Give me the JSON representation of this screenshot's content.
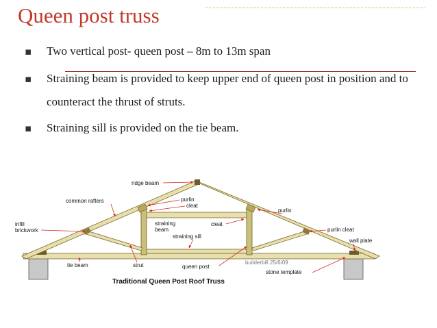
{
  "title": "Queen post truss",
  "bullets": [
    {
      "text": "Two vertical post- queen post – 8m to 13m span"
    },
    {
      "text": "Straining beam is provided to keep upper end of queen post in position and to counteract the thrust of struts."
    },
    {
      "text": "Straining sill is provided on the tie beam."
    }
  ],
  "bullet_icon": "square-bullet-icon",
  "diagram": {
    "caption": "Traditional Queen Post Roof Truss",
    "watermark": "builderbill 25/6/09",
    "labels": {
      "ridge_beam": "ridge beam",
      "common_rafters": "common rafters",
      "purlin_top": "purlin",
      "cleat_top": "cleat",
      "purlin_right": "purlin",
      "infill_brickwork": "infill brickwork",
      "straining_beam": "straining beam",
      "cleat_mid": "cleat",
      "straining_sill": "straining sill",
      "purlin_cleat": "purlin cleat",
      "wall_plate": "wall plate",
      "tie_beam": "tie beam",
      "strut": "strut",
      "queen_post": "queen post",
      "stone_template": "stone template"
    }
  },
  "colors": {
    "title": "#c0392b",
    "timber": "#e8dfae",
    "timber_dark": "#7a6a2a",
    "stone": "#c8c8c8",
    "arrow": "#d9261c",
    "rule": "#8b2a1a"
  }
}
